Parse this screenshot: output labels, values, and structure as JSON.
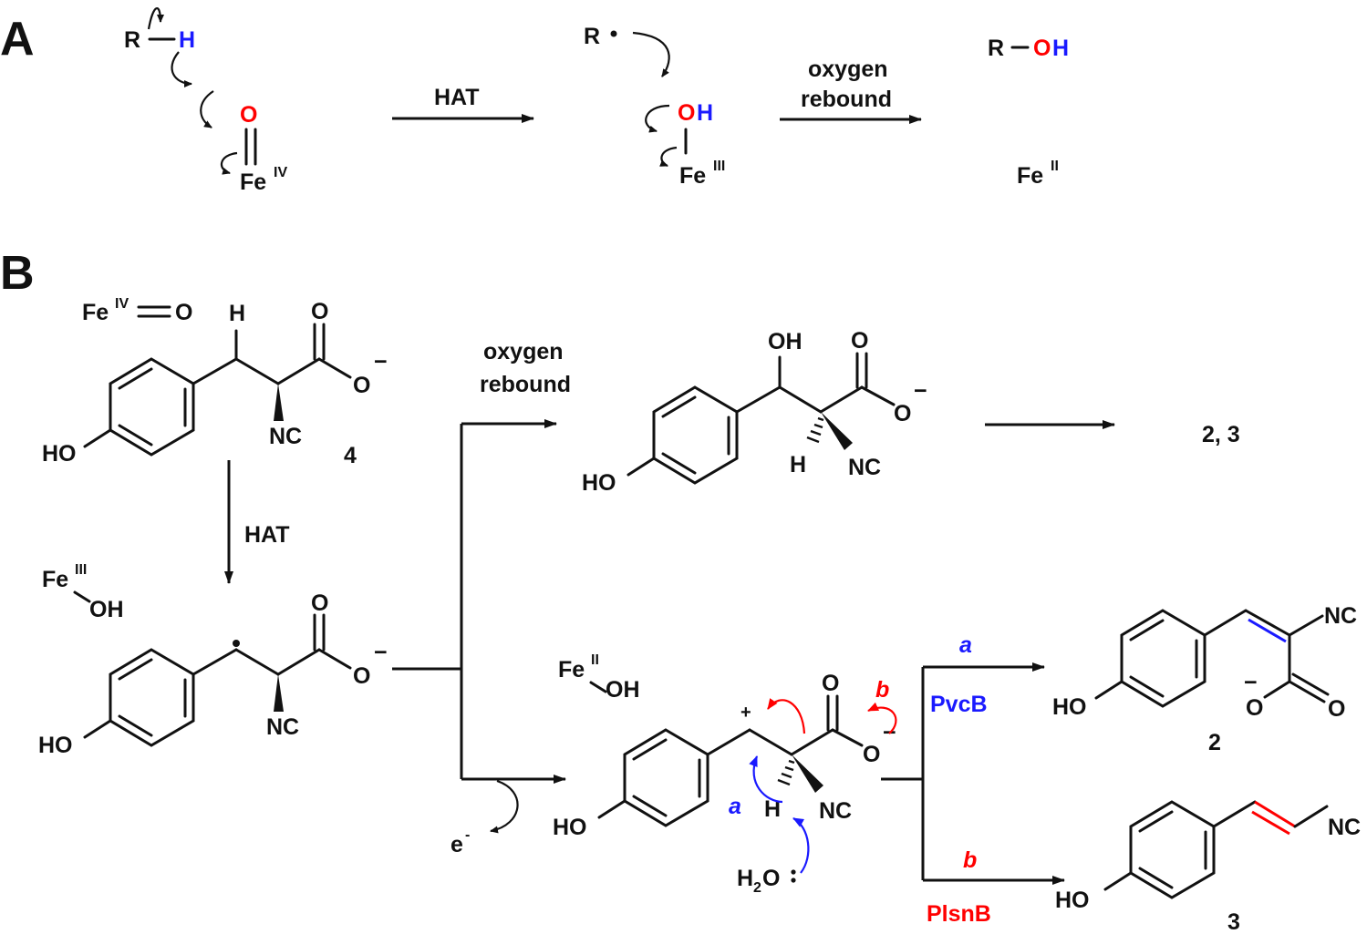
{
  "colors": {
    "black": "#111111",
    "red": "#ff0000",
    "blue": "#1a1aff"
  },
  "panelA": {
    "label": "A",
    "reactant": {
      "R": "R",
      "H": "H",
      "O": "O",
      "Fe": "Fe",
      "Fe_ox": "IV"
    },
    "arrow1_label": "HAT",
    "intermediate": {
      "R": "R",
      "O": "O",
      "H": "H",
      "Fe": "Fe",
      "Fe_ox": "III"
    },
    "arrow2_label_line1": "oxygen",
    "arrow2_label_line2": "rebound",
    "product": {
      "R": "R",
      "O": "O",
      "H": "H",
      "Fe": "Fe",
      "Fe_ox": "II"
    }
  },
  "panelB": {
    "label": "B",
    "iron_oxo": {
      "Fe": "Fe",
      "Fe_ox": "IV",
      "O": "O"
    },
    "sub4": {
      "H": "H",
      "O_top": "O",
      "O_minus": "O",
      "charge": "−",
      "NC": "NC",
      "HO": "HO",
      "number": "4"
    },
    "hat_label": "HAT",
    "iron_oh_III": {
      "Fe": "Fe",
      "Fe_ox": "III",
      "OH": "OH"
    },
    "radical": {
      "O_top": "O",
      "O_minus": "O",
      "charge": "−",
      "NC": "NC",
      "HO": "HO"
    },
    "rebound_line1": "oxygen",
    "rebound_line2": "rebound",
    "hydroxylated": {
      "OH": "OH",
      "O_top": "O",
      "O_minus": "O",
      "charge": "−",
      "H": "H",
      "NC": "NC",
      "HO": "HO"
    },
    "products_label": "2, 3",
    "electron": {
      "e": "e",
      "sup": "-"
    },
    "iron_oh_II": {
      "Fe": "Fe",
      "Fe_ox": "II",
      "OH": "OH"
    },
    "cation": {
      "plus": "+",
      "O_top": "O",
      "O_minus": "O",
      "charge": "−",
      "H": "H",
      "NC": "NC",
      "HO": "HO",
      "water_H": "H",
      "water_sub": "2",
      "water_O": "O",
      "a_label": "a",
      "b_label": "b"
    },
    "path_a": {
      "letter": "a",
      "enzyme": "PvcB"
    },
    "path_b": {
      "letter": "b",
      "enzyme": "PlsnB"
    },
    "prod2": {
      "NC": "NC",
      "charge": "−",
      "O_minus": "O",
      "O": "O",
      "HO": "HO",
      "number": "2"
    },
    "prod3": {
      "NC": "NC",
      "HO": "HO",
      "number": "3"
    }
  }
}
